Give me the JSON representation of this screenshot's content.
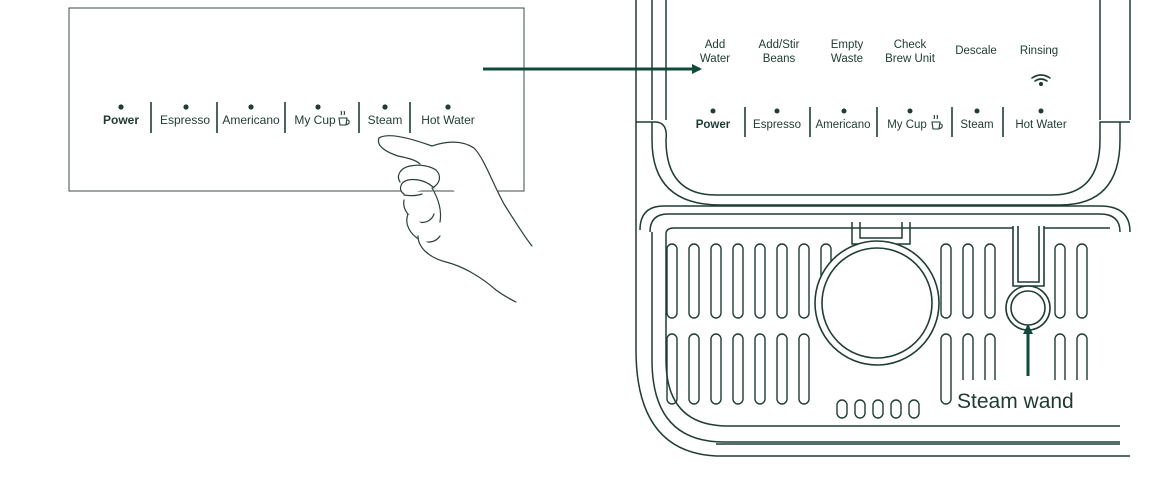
{
  "colors": {
    "ink": "#1f3d35",
    "arrow": "#0f4a3b",
    "background": "#ffffff"
  },
  "closeup_panel": {
    "buttons": [
      {
        "label": "Power",
        "bold": true
      },
      {
        "label": "Espresso"
      },
      {
        "label": "Americano"
      },
      {
        "label": "My Cup"
      },
      {
        "label": "Steam"
      },
      {
        "label": "Hot Water"
      }
    ]
  },
  "machine_panel": {
    "indicators": [
      {
        "line1": "Add",
        "line2": "Water"
      },
      {
        "line1": "Add/Stir",
        "line2": "Beans"
      },
      {
        "line1": "Empty",
        "line2": "Waste"
      },
      {
        "line1": "Check",
        "line2": "Brew Unit"
      },
      {
        "line1": "Descale",
        "line2": ""
      },
      {
        "line1": "Rinsing",
        "line2": ""
      }
    ],
    "icons": {
      "my_cup": "cup-icon",
      "rinsing": "wifi-icon"
    },
    "buttons": [
      {
        "label": "Power",
        "bold": true
      },
      {
        "label": "Espresso"
      },
      {
        "label": "Americano"
      },
      {
        "label": "My Cup"
      },
      {
        "label": "Steam"
      },
      {
        "label": "Hot Water"
      }
    ]
  },
  "callout": {
    "label": "Steam wand"
  }
}
